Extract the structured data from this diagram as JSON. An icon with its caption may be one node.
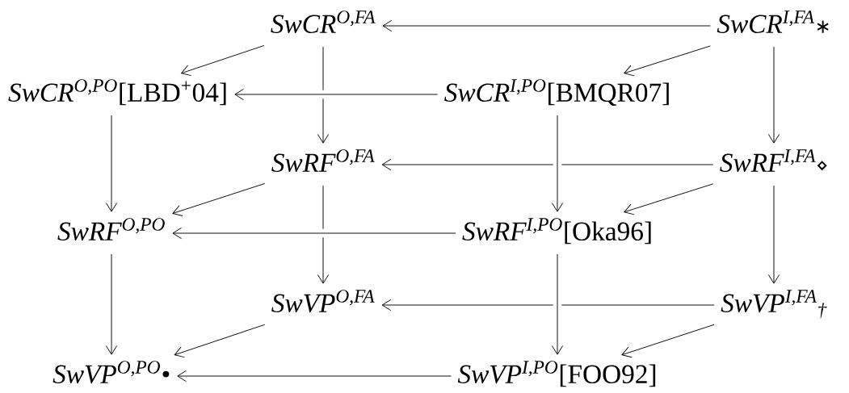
{
  "diagram": {
    "nodes": [
      {
        "text": [
          "SwCR$^{O,FA}$"
        ]
      },
      {
        "text": [
          "SwCR$^{I,FA}$∗"
        ]
      },
      {
        "text": [
          "SwCR$^{O,PO}$",
          "[LBD$^{+}$04]"
        ]
      },
      {
        "text": [
          "SwCR$^{I,PO}$",
          "[BMQR07]"
        ]
      },
      {
        "text": [
          "SwRF$^{O,FA}$"
        ]
      },
      {
        "text": [
          "SwRF$^{I,FA}$⋄"
        ]
      },
      {
        "text": [
          "SwRF$^{O,PO}$"
        ]
      },
      {
        "text": [
          "SwRF$^{I,PO}$",
          "[Oka96]"
        ]
      },
      {
        "text": [
          "SwVP$^{O,FA}$"
        ]
      },
      {
        "text": [
          "SwVP$^{I,FA}$$_{†}$"
        ]
      },
      {
        "text": [
          "SwVP$^{O,PO}$•"
        ]
      },
      {
        "text": [
          "SwVP$^{I,PO}$",
          "[FOO92]"
        ]
      }
    ],
    "edges": [
      {
        "from": 1,
        "to": 0,
        "arrow": "to"
      },
      {
        "from": 0,
        "to": 2,
        "arrow": "to"
      },
      {
        "from": 1,
        "to": 3,
        "arrow": "to"
      },
      {
        "from": 3,
        "to": 2,
        "arrow": "to"
      },
      {
        "from": 0,
        "to": 4,
        "arrow": "to"
      },
      {
        "from": 1,
        "to": 5,
        "arrow": "to"
      },
      {
        "from": 2,
        "to": 6,
        "arrow": "to"
      },
      {
        "from": 3,
        "to": 7,
        "arrow": "to"
      },
      {
        "from": 5,
        "to": 4,
        "arrow": "to"
      },
      {
        "from": 4,
        "to": 6,
        "arrow": "to"
      },
      {
        "from": 5,
        "to": 7,
        "arrow": "to"
      },
      {
        "from": 7,
        "to": 6,
        "arrow": "to"
      },
      {
        "from": 4,
        "to": 8,
        "arrow": "to"
      },
      {
        "from": 5,
        "to": 9,
        "arrow": "to"
      },
      {
        "from": 6,
        "to": 10,
        "arrow": "to"
      },
      {
        "from": 7,
        "to": 11,
        "arrow": "to"
      },
      {
        "from": 9,
        "to": 8,
        "arrow": "to"
      },
      {
        "from": 8,
        "to": 10,
        "arrow": "to"
      },
      {
        "from": 9,
        "to": 11,
        "arrow": "to"
      },
      {
        "from": 11,
        "to": 10,
        "arrow": "to"
      }
    ]
  }
}
